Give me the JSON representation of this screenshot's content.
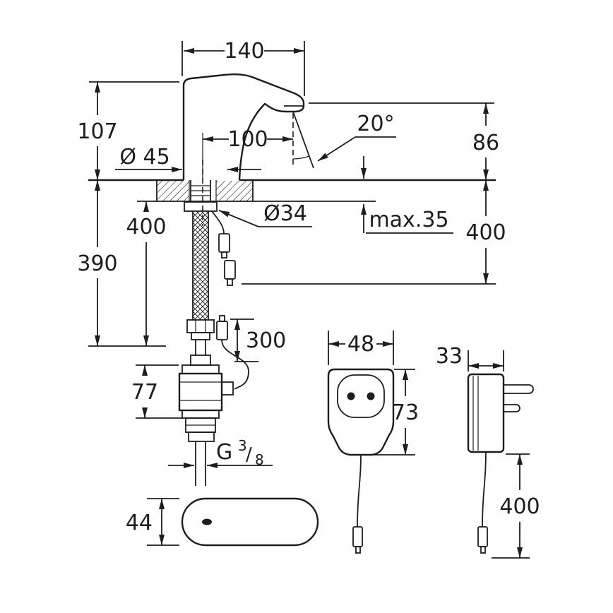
{
  "page": {
    "background": "#ffffff",
    "line_color": "#1d1d1b"
  },
  "dimensions": {
    "spout_width": "140",
    "body_height": "107",
    "spout_reach": "100",
    "detection_angle": "20°",
    "outlet_height": "86",
    "base_diameter": "Ø 45",
    "hole_diameter": "Ø34",
    "max_counter_thickness": "max.35",
    "hose_length_left": "400",
    "hose_length": "390",
    "cable_length_right": "400",
    "connector_cable_length": "300",
    "valve_height": "77",
    "base_plate_height": "44",
    "psu_width": "48",
    "psu_height": "73",
    "psu_depth": "33",
    "psu_cable_length": "400",
    "thread": {
      "prefix": "G",
      "sup": "3",
      "slash": "/",
      "sub": "8"
    }
  }
}
